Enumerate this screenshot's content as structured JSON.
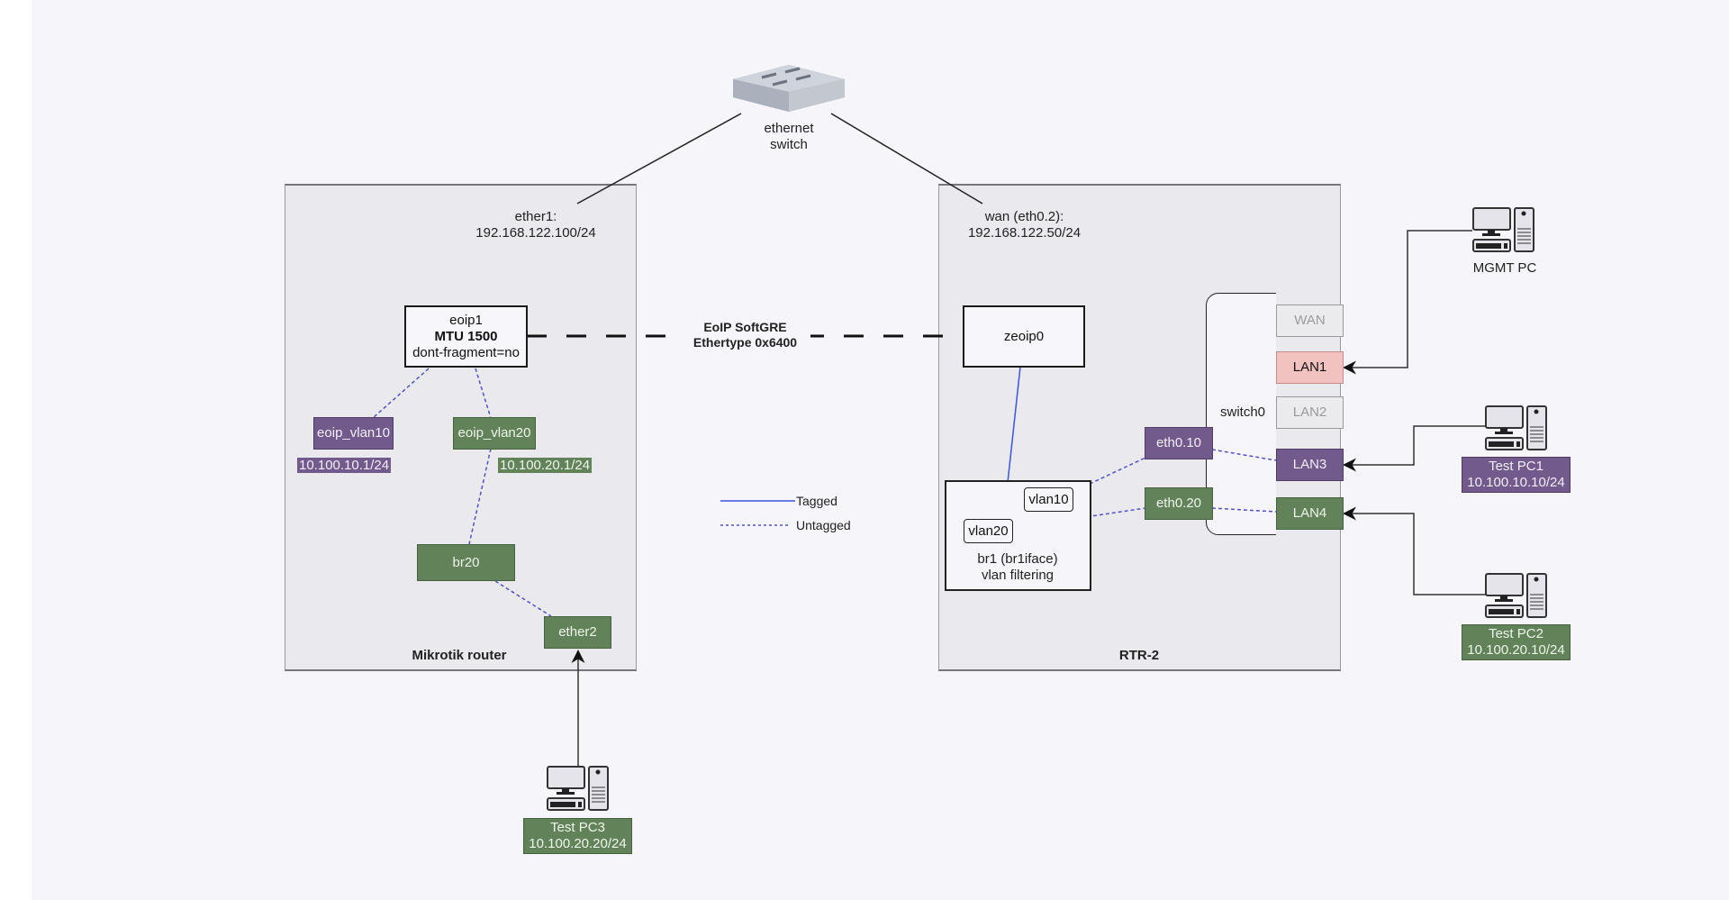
{
  "colors": {
    "vlan10": "#735a8c",
    "vlan20": "#62835a",
    "lan1": "#f2c2c0",
    "tagged_line": "#3a55e0",
    "untagged_line": "#5252c8",
    "background": "#f5f5fa",
    "container": "#e9e9ee"
  },
  "switch": {
    "icon": "ethernet-switch-icon",
    "label_line1": "ethernet",
    "label_line2": "switch"
  },
  "mikrotik": {
    "title": "Mikrotik router",
    "ether1_label": "ether1:",
    "ether1_ip": "192.168.122.100/24",
    "eoip": {
      "name": "eoip1",
      "mtu": "MTU 1500",
      "option": "dont-fragment=no"
    },
    "eoip_vlan10": {
      "name": "eoip_vlan10",
      "ip": "10.100.10.1/24"
    },
    "eoip_vlan20": {
      "name": "eoip_vlan20",
      "ip": "10.100.20.1/24"
    },
    "bridge": "br20",
    "ether2": "ether2"
  },
  "tunnel": {
    "line1": "EoIP SoftGRE",
    "line2": "Ethertype 0x6400"
  },
  "legend": {
    "tagged": "Tagged",
    "untagged": "Untagged"
  },
  "rtr2": {
    "title": "RTR-2",
    "wan_label": "wan (eth0.2):",
    "wan_ip": "192.168.122.50/24",
    "zeoip": "zeoip0",
    "bridge": {
      "vlan10": "vlan10",
      "vlan20": "vlan20",
      "line1": "br1 (br1iface)",
      "line2": "vlan filtering"
    },
    "eth010": "eth0.10",
    "eth020": "eth0.20",
    "switch0": "switch0",
    "ports": [
      "WAN",
      "LAN1",
      "LAN2",
      "LAN3",
      "LAN4"
    ]
  },
  "pcs": {
    "mgmt": {
      "icon": "desktop-pc-icon",
      "name": "MGMT PC"
    },
    "pc1": {
      "icon": "desktop-pc-icon",
      "name": "Test PC1",
      "ip": "10.100.10.10/24"
    },
    "pc2": {
      "icon": "desktop-pc-icon",
      "name": "Test PC2",
      "ip": "10.100.20.10/24"
    },
    "pc3": {
      "icon": "desktop-pc-icon",
      "name": "Test PC3",
      "ip": "10.100.20.20/24"
    }
  }
}
